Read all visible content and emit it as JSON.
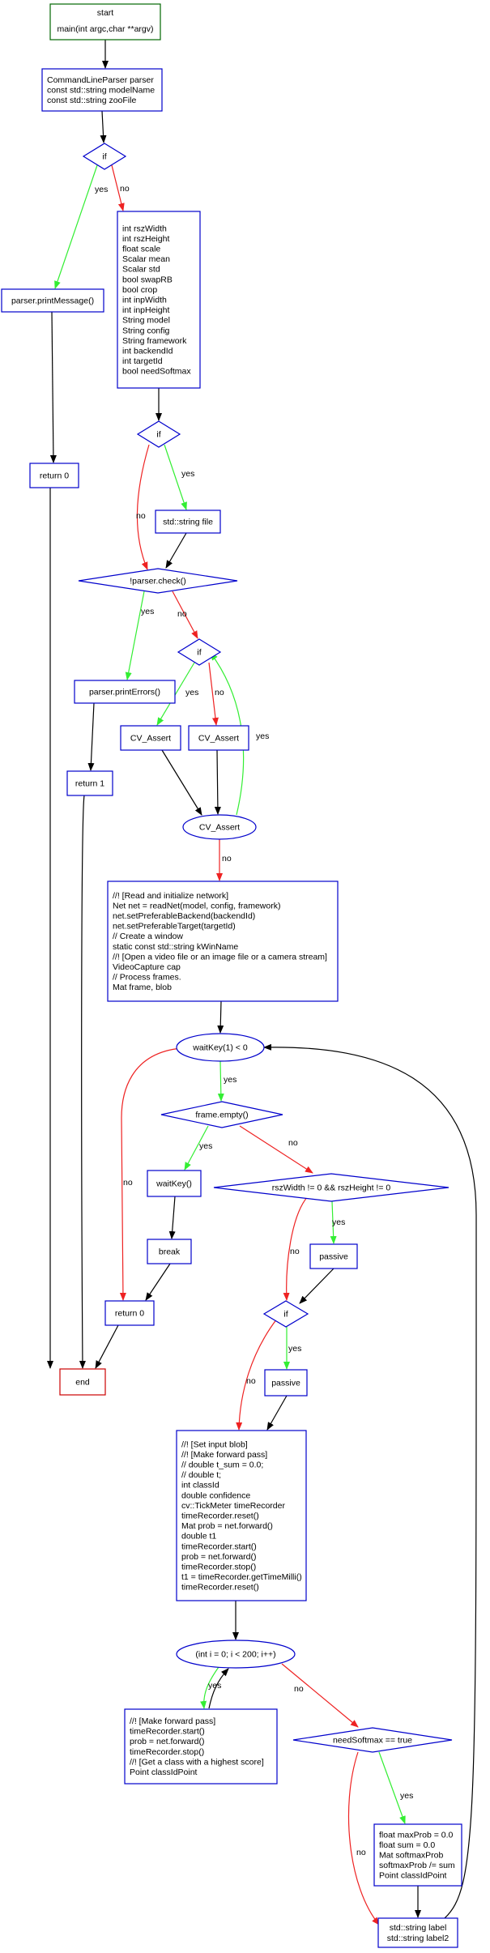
{
  "nodes": {
    "start": [
      "start",
      "main(int argc,char **argv)"
    ],
    "parser": [
      "CommandLineParser parser",
      "const std::string modelName",
      "const std::string zooFile"
    ],
    "if1": [
      "if"
    ],
    "printMessage": [
      "parser.printMessage()"
    ],
    "vars": [
      "int rszWidth",
      "int rszHeight",
      "float scale",
      "Scalar mean",
      "Scalar std",
      "bool swapRB",
      "bool crop",
      "int inpWidth",
      "int inpHeight",
      "String model",
      "String config",
      "String framework",
      "int backendId",
      "int targetId",
      "bool needSoftmax"
    ],
    "return0a": [
      "return 0"
    ],
    "if2": [
      "if"
    ],
    "stdfile": [
      "std::string file"
    ],
    "parsercheck": [
      "!parser.check()"
    ],
    "if3": [
      "if"
    ],
    "printErrors": [
      "parser.printErrors()"
    ],
    "cvassert1": [
      "CV_Assert"
    ],
    "cvassert2": [
      "CV_Assert"
    ],
    "return1": [
      "return 1"
    ],
    "cvassert3": [
      "CV_Assert"
    ],
    "readnet": [
      "//! [Read and initialize network]",
      "Net net = readNet(model, config, framework)",
      "net.setPreferableBackend(backendId)",
      "net.setPreferableTarget(targetId)",
      "// Create a window",
      "static const std::string kWinName",
      "//! [Open a video file or an image file or a camera stream]",
      "VideoCapture cap",
      "// Process frames.",
      "Mat frame, blob"
    ],
    "waitkey1": [
      "waitKey(1) < 0"
    ],
    "frameempty": [
      "frame.empty()"
    ],
    "waitkey2": [
      "waitKey()"
    ],
    "rszcheck": [
      "rszWidth != 0 && rszHeight != 0"
    ],
    "break": [
      "break"
    ],
    "passive1": [
      "passive"
    ],
    "return0b": [
      "return 0"
    ],
    "end": [
      "end"
    ],
    "if4": [
      "if"
    ],
    "passive2": [
      "passive"
    ],
    "setinput": [
      "//! [Set input blob]",
      "//! [Make forward pass]",
      "// double t_sum = 0.0;",
      "// double t;",
      "int classId",
      "double confidence",
      "cv::TickMeter timeRecorder",
      "timeRecorder.reset()",
      "Mat prob = net.forward()",
      "double t1",
      "timeRecorder.start()",
      "prob = net.forward()",
      "timeRecorder.stop()",
      "t1 = timeRecorder.getTimeMilli()",
      "timeRecorder.reset()"
    ],
    "forloop": [
      "(int i = 0; i < 200; i++)"
    ],
    "loopbody": [
      "//! [Make forward pass]",
      "timeRecorder.start()",
      "prob = net.forward()",
      "timeRecorder.stop()",
      "//! [Get a class with a highest score]",
      "Point classIdPoint"
    ],
    "needsoftmax": [
      "needSoftmax == true"
    ],
    "softmax": [
      "float maxProb = 0.0",
      "float sum = 0.0",
      "Mat softmaxProb",
      "softmaxProb /= sum",
      "Point classIdPoint"
    ],
    "labels": [
      "std::string label",
      "std::string label2"
    ]
  },
  "edge_labels": {
    "yes": "yes",
    "no": "no"
  },
  "colors": {
    "node_border": "#0000cc",
    "start_border": "#006600",
    "end_border": "#cc0000",
    "edge_default": "#000000",
    "edge_yes": "#33ee33",
    "edge_no": "#ee2222"
  }
}
